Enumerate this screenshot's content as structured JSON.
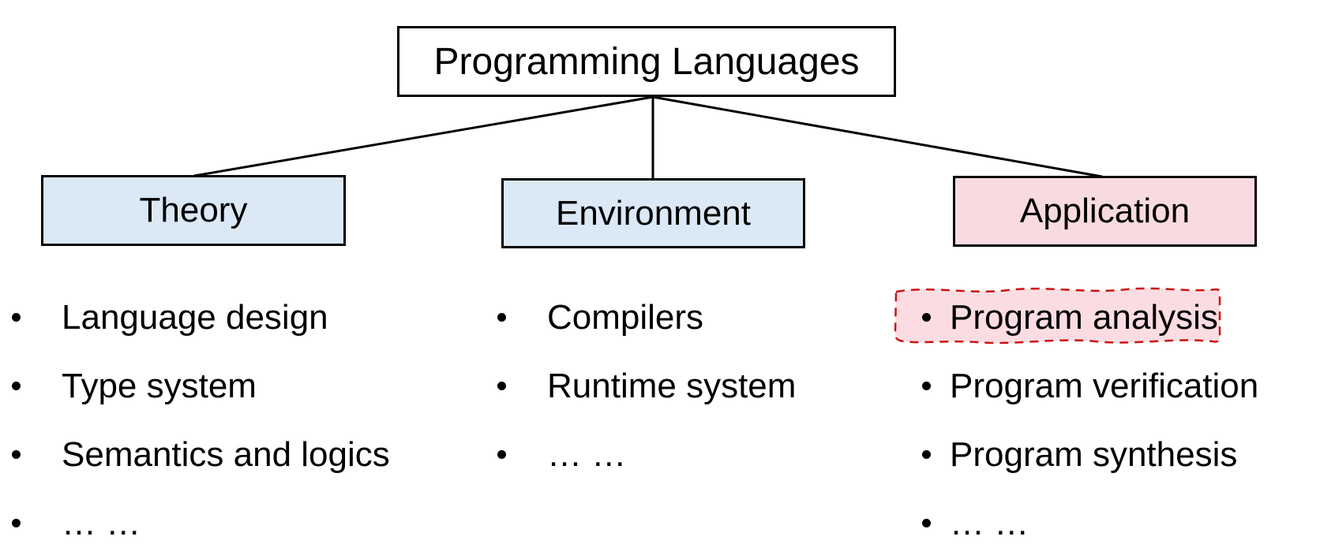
{
  "diagram": {
    "root_label": "Programming Languages",
    "branches": [
      {
        "label": "Theory",
        "items": [
          "Language design",
          "Type system",
          "Semantics and logics",
          "… …"
        ]
      },
      {
        "label": "Environment",
        "items": [
          "Compilers",
          "Runtime system",
          "… …"
        ]
      },
      {
        "label": "Application",
        "items": [
          "Program analysis",
          "Program verification",
          "Program synthesis",
          "… …"
        ],
        "highlighted_item": "Program analysis"
      }
    ],
    "colors": {
      "branch_blue_fill": "#dbe8f6",
      "branch_pink_fill": "#f8dbe0",
      "highlight_fill": "#fbdce3",
      "highlight_stroke": "#c81414",
      "node_border": "#000000",
      "connector_line": "#000000",
      "text": "#000000"
    }
  }
}
